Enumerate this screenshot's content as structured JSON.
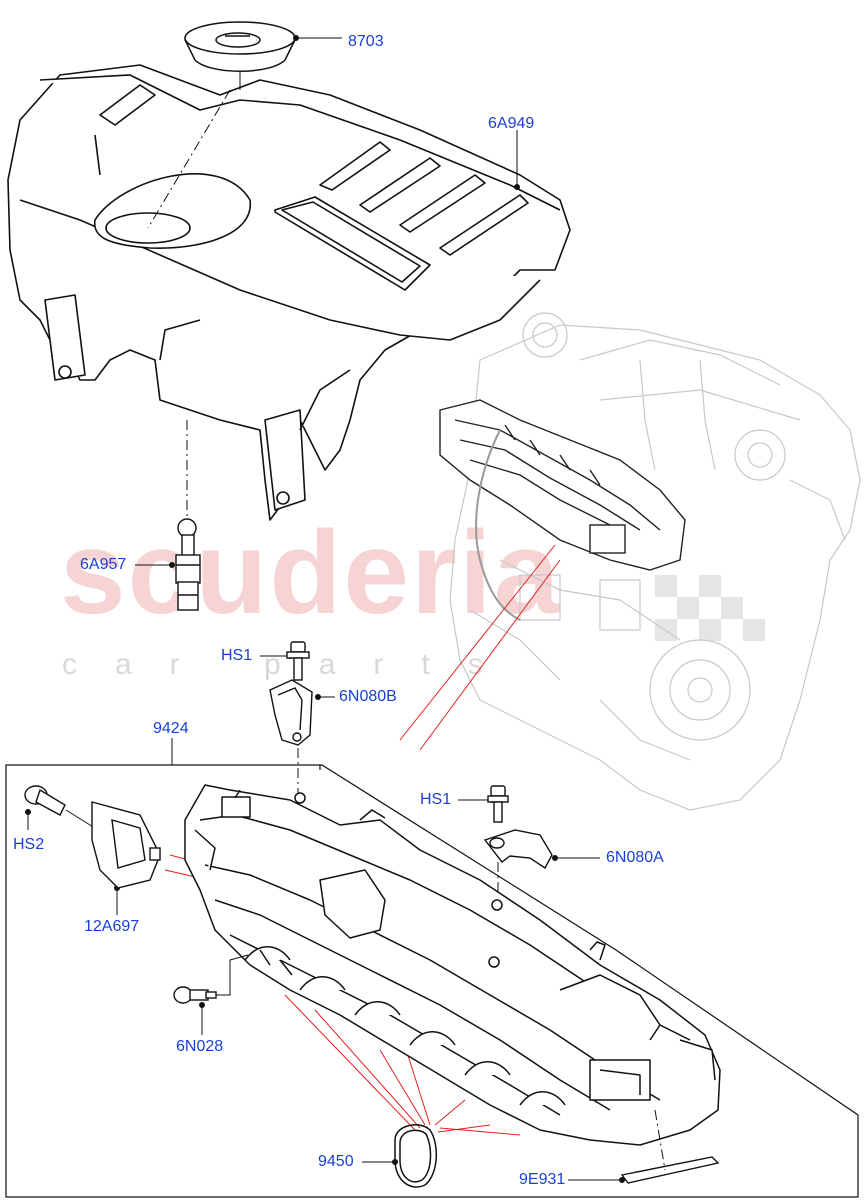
{
  "watermark": {
    "brand": "scuderia",
    "tagline": "car parts"
  },
  "callouts": {
    "c8703": "8703",
    "c6A949": "6A949",
    "c6A957": "6A957",
    "cHS1a": "HS1",
    "c6N080B": "6N080B",
    "c9424": "9424",
    "cHS1b": "HS1",
    "cHS2": "HS2",
    "c6N080A": "6N080A",
    "c12A697": "12A697",
    "c6N028": "6N028",
    "c9450": "9450",
    "c9E931": "9E931"
  },
  "colors": {
    "label": "#1a3fd6",
    "line": "#000000",
    "red_leader": "#e02020",
    "watermark": "#f3c6c6"
  }
}
